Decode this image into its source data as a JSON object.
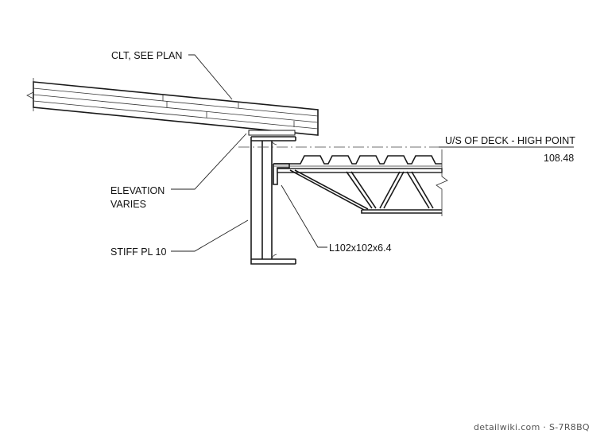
{
  "labels": {
    "clt": "CLT, SEE PLAN",
    "elevation_line1": "ELEVATION",
    "elevation_line2": "VARIES",
    "stiff_plate": "STIFF PL 10",
    "angle": "L102x102x6.4",
    "deck_high_point": "U/S OF DECK - HIGH POINT",
    "deck_elevation": "108.48"
  },
  "watermark": "detailwiki.com · S-7R8BQ"
}
